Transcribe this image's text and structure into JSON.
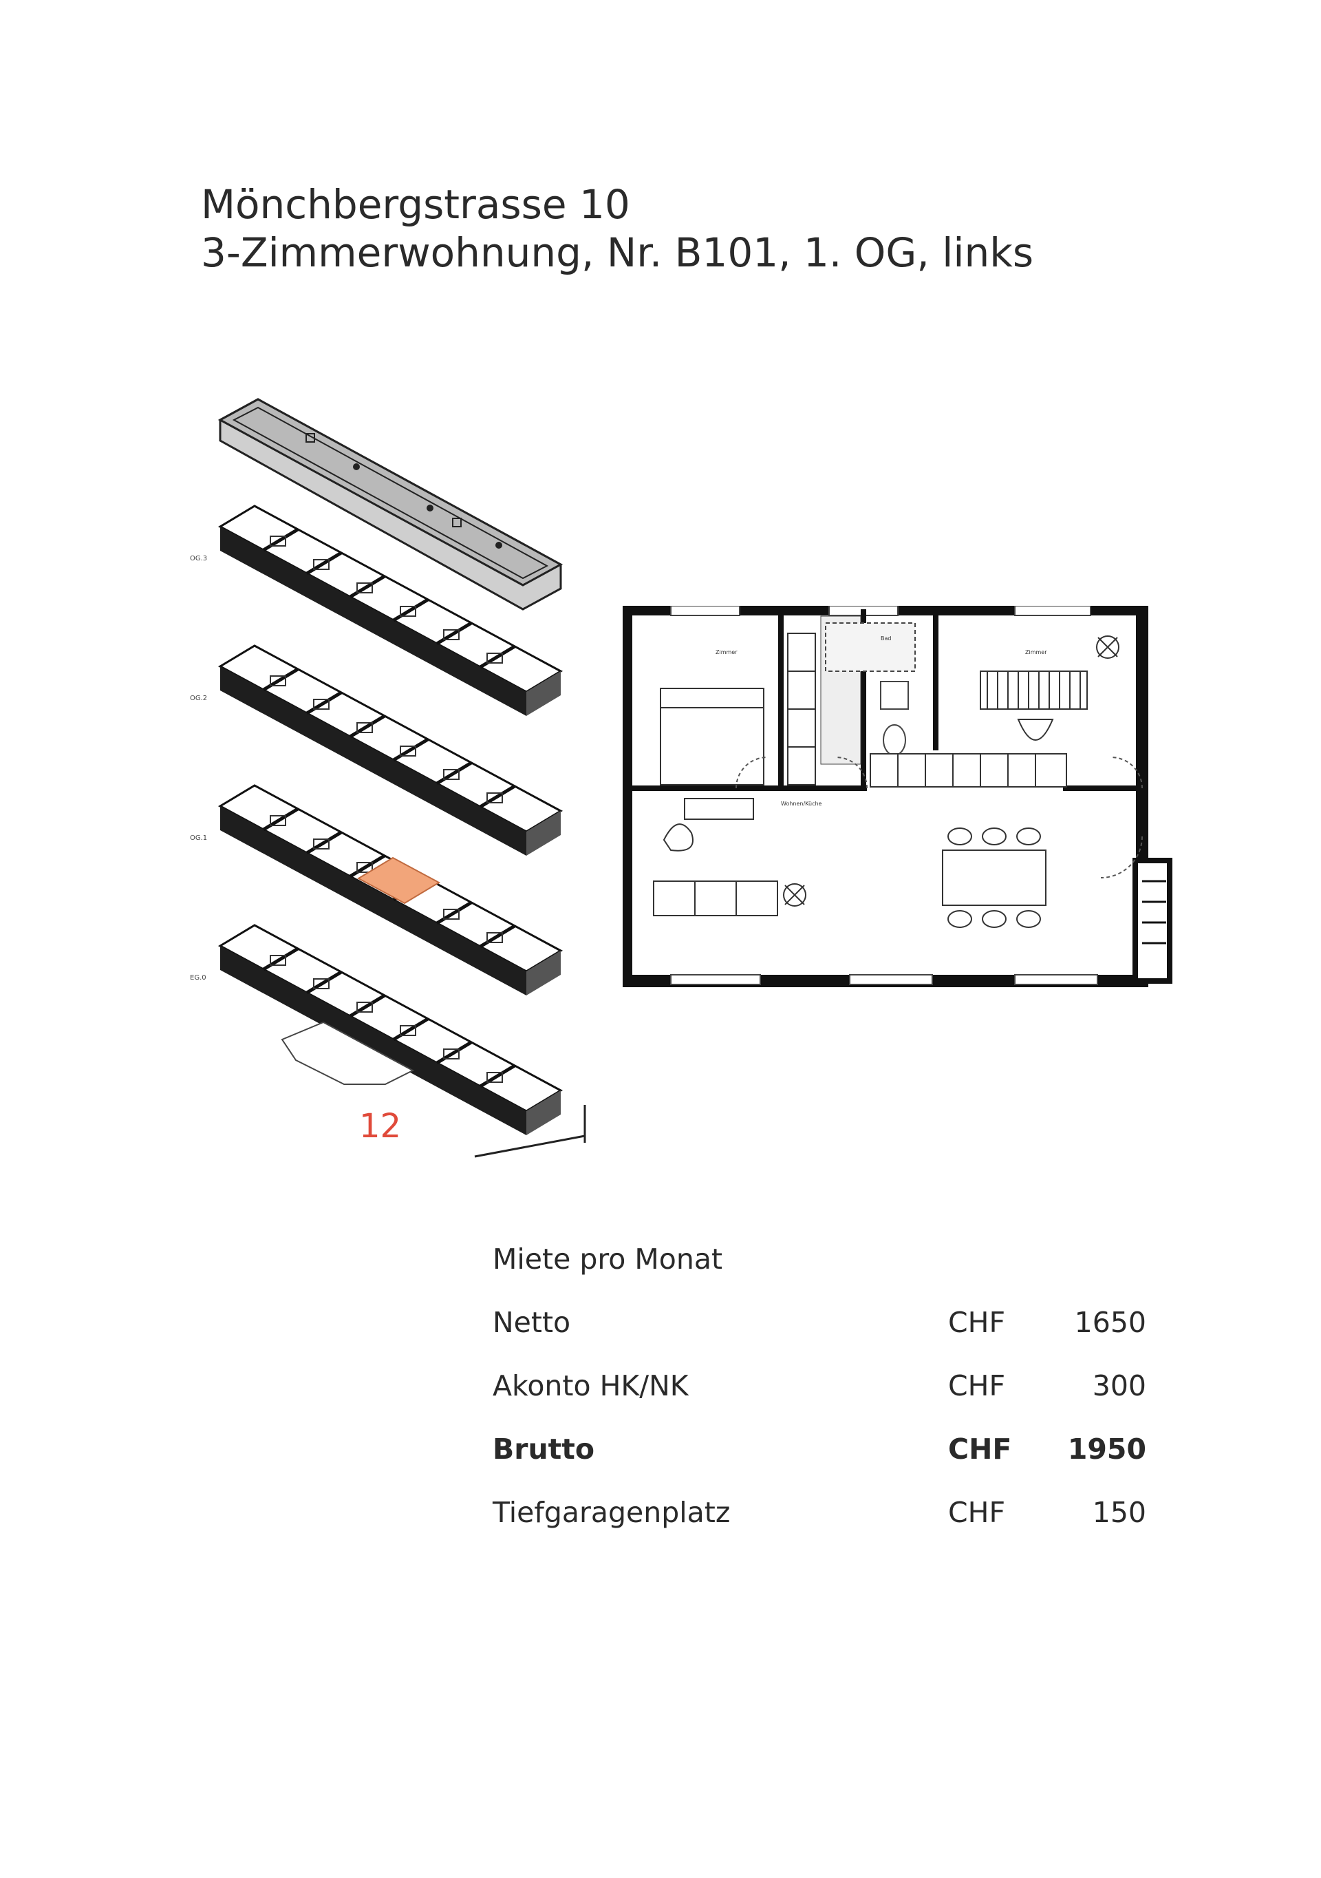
{
  "header": {
    "line1": "Mönchbergstrasse 10",
    "line2": "3-Zimmerwohnung, Nr. B101, 1. OG, links"
  },
  "building": {
    "floor_labels": [
      "OG.3",
      "OG.2",
      "OG.1",
      "EG.0"
    ],
    "entrance_number": "12",
    "highlight_color": "#f2a57a"
  },
  "plan": {
    "room_labels": [
      "Zimmer",
      "Bad",
      "Zimmer",
      "Wohnen/Küche"
    ]
  },
  "rent": {
    "heading": "Miete pro Monat",
    "rows": [
      {
        "label": "Netto",
        "currency": "CHF",
        "amount": "1650"
      },
      {
        "label": "Akonto HK/NK",
        "currency": "CHF",
        "amount": "300"
      },
      {
        "label": "Brutto",
        "currency": "CHF",
        "amount": "1950"
      },
      {
        "label": "Tiefgaragenplatz",
        "currency": "CHF",
        "amount": "150"
      }
    ]
  }
}
